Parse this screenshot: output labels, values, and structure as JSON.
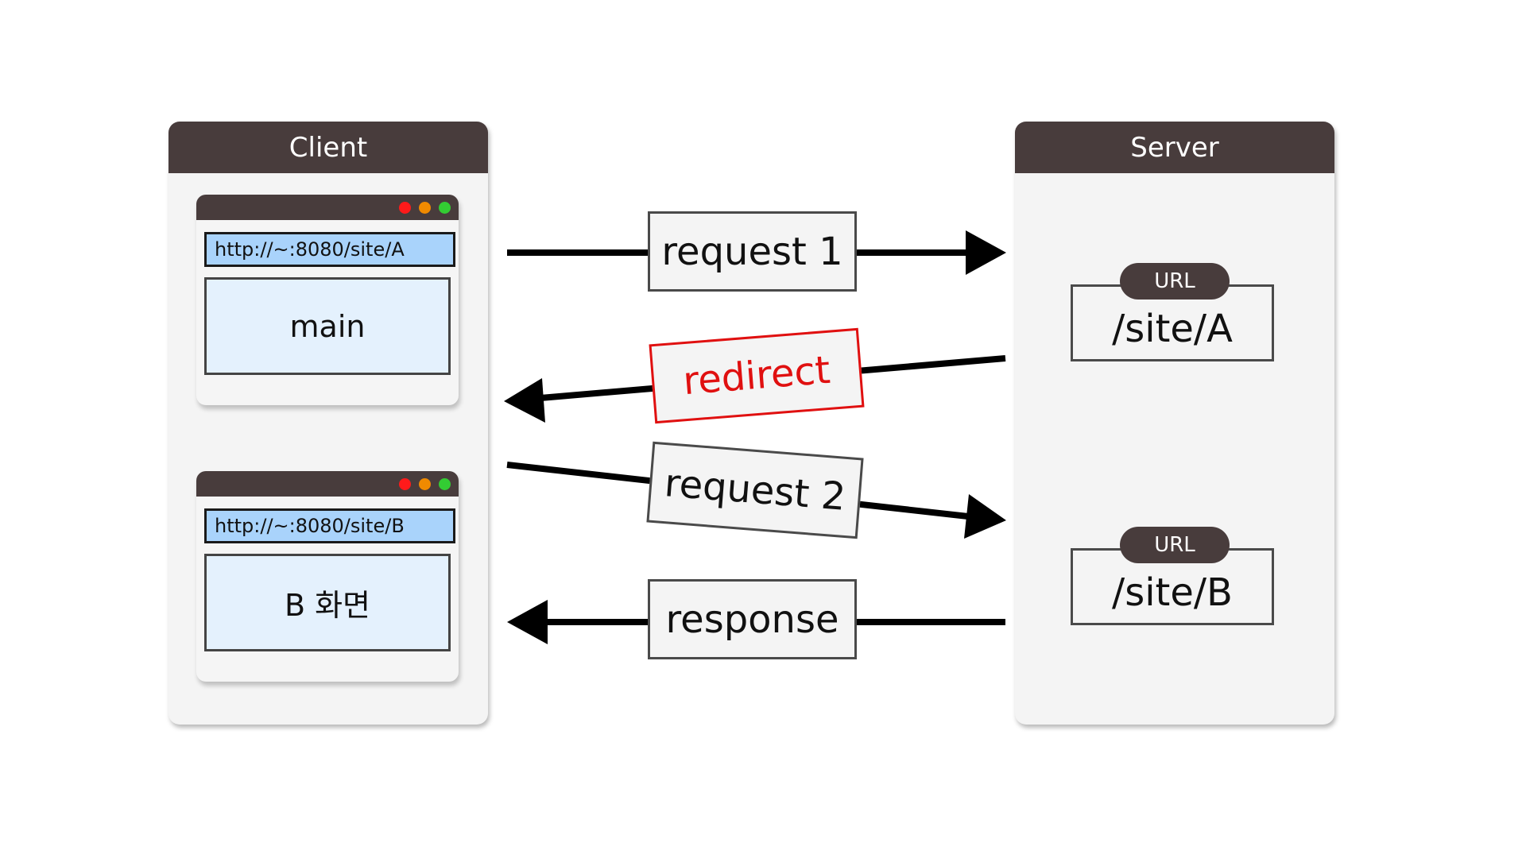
{
  "colors": {
    "header_bg": "#483c3c",
    "panel_bg": "#f4f4f4",
    "address_bg": "#a9d3fb",
    "content_bg": "#e4f1fd",
    "redirect": "#e01010",
    "dot_red": "#ff1a1a",
    "dot_orange": "#f08a00",
    "dot_green": "#33cc33"
  },
  "client": {
    "title": "Client",
    "windows": [
      {
        "address": "http://~:8080/site/A",
        "content": "main"
      },
      {
        "address": "http://~:8080/site/B",
        "content": "B 화면"
      }
    ]
  },
  "server": {
    "title": "Server",
    "urls": [
      {
        "badge": "URL",
        "path": "/site/A"
      },
      {
        "badge": "URL",
        "path": "/site/B"
      }
    ]
  },
  "flows": {
    "request1": "request 1",
    "redirect": "redirect",
    "request2": "request 2",
    "response": "response"
  }
}
